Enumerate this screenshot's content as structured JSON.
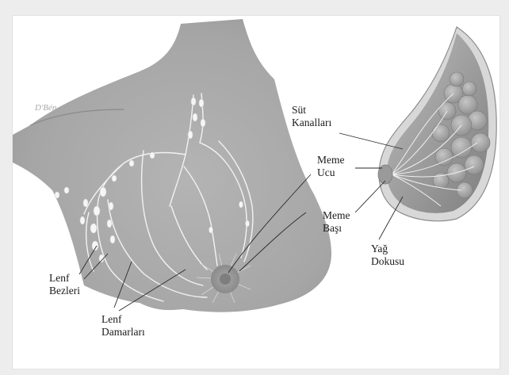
{
  "labels": {
    "sut_kanallari": "Süt\nKanalları",
    "meme_ucu": "Meme\nUcu",
    "meme_basi": "Meme\nBaşı",
    "yag_dokusu": "Yağ\nDokusu",
    "lenf_bezleri": "Lenf\nBezleri",
    "lenf_damarlari": "Lenf\nDamarları"
  },
  "watermark": "D'Bén",
  "colors": {
    "background": "#ededed",
    "panel": "#ffffff",
    "skin": "#b0b0b0",
    "skin_dark": "#8e8e8e",
    "areola": "#9a9a9a",
    "lymph": "#f4f4f4",
    "gland": "#a4a4a4",
    "fat": "#c9c9c9"
  }
}
